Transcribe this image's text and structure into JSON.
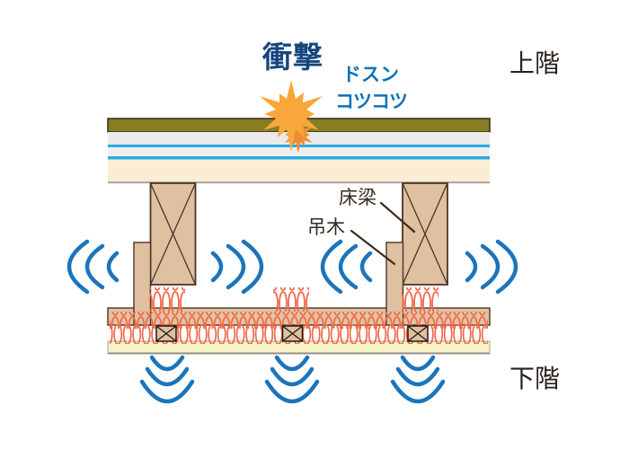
{
  "diagram": {
    "impact_label": "衝撃",
    "sound_effect_labels": {
      "thud": "ドスン",
      "tap": "コツコツ"
    },
    "floor_labels": {
      "upper": "上階",
      "lower": "下階"
    },
    "part_labels": {
      "floor_beam": "床梁",
      "hanging_wood": "吊木"
    },
    "icons": [
      "impact-starburst-icon",
      "sound-wave-left-icon",
      "sound-wave-right-icon",
      "sound-wave-down-icon"
    ],
    "colors": {
      "impact_text_navy": "#16457D",
      "sound_text_blue": "#0E72B8",
      "label_text_dark": "#2A211C",
      "sound_wave_blue": "#1B75BC",
      "impact_orange": "#F9A63A",
      "impact_orange_dark": "#ED8D32",
      "flooring_olive": "#877E22",
      "screed_gray": "#EAEAEA",
      "cushion_cyan": "#29ABE2",
      "slab_cream": "#FBEDD3",
      "wood_tan": "#DFC0A0",
      "wood_tan_light": "#E2C4A4",
      "wood_outline": "#4A3526",
      "insulation_orange": "#F0684A",
      "ceiling_board_yellow": "#F8F3C6",
      "pointer_line_brown": "#3E2B1F",
      "edge_gray": "#A9A49B"
    }
  }
}
